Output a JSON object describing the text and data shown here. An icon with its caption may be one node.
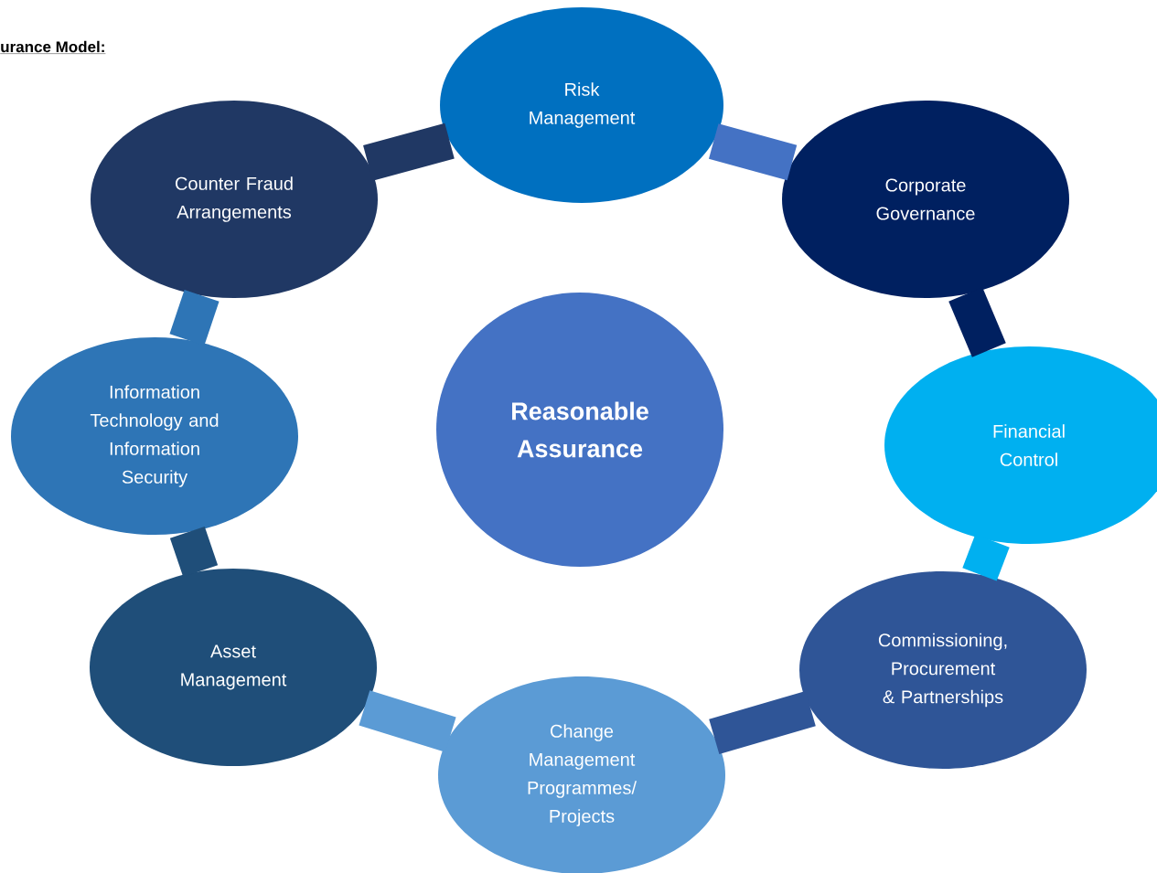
{
  "diagram": {
    "title": "urance Model:",
    "nodes": [
      {
        "text": [
          "Risk Management"
        ]
      },
      {
        "text": [
          "Corporate Governance"
        ]
      },
      {
        "text": [
          "Financial Control"
        ]
      },
      {
        "text": [
          "Commissioning, Procurement & Partnerships"
        ]
      },
      {
        "text": [
          "Change Management Programmes/ Projects"
        ]
      },
      {
        "text": [
          "Asset Management"
        ]
      },
      {
        "text": [
          "Information Technology and Information Security"
        ]
      },
      {
        "text": [
          "Counter Fraud Arrangements"
        ]
      },
      {
        "text": [
          "Reasonable Assurance"
        ]
      }
    ],
    "edges": [
      {
        "from": 0,
        "to": 1,
        "arrow": "none",
        "color": "#4472c4"
      },
      {
        "from": 1,
        "to": 2,
        "arrow": "none",
        "color": "#002060"
      },
      {
        "from": 2,
        "to": 3,
        "arrow": "none",
        "color": "#00b0f0"
      },
      {
        "from": 3,
        "to": 4,
        "arrow": "none",
        "color": "#2f5597"
      },
      {
        "from": 4,
        "to": 5,
        "arrow": "none",
        "color": "#5b9bd5"
      },
      {
        "from": 5,
        "to": 6,
        "arrow": "none",
        "color": "#1f4e79"
      },
      {
        "from": 6,
        "to": 7,
        "arrow": "none",
        "color": "#2e75b6"
      },
      {
        "from": 7,
        "to": 0,
        "arrow": "none",
        "color": "#203864"
      }
    ]
  }
}
